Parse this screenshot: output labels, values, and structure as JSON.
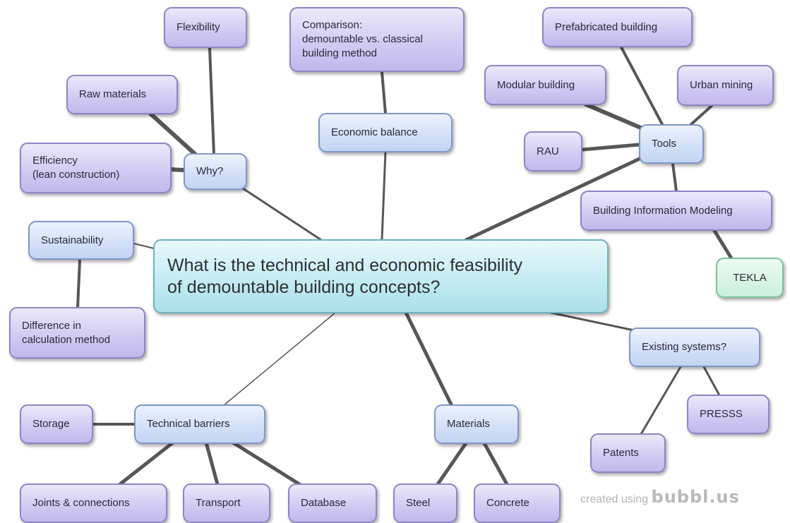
{
  "central": {
    "line1": "What is the technical and economic feasibility",
    "line2": "of demountable building concepts?"
  },
  "nodes": {
    "flexibility": "Flexibility",
    "raw_materials": "Raw materials",
    "efficiency_line1": "Efficiency",
    "efficiency_line2": "(lean construction)",
    "why": "Why?",
    "comparison_line1": "Comparison:",
    "comparison_line2": "demountable vs. classical",
    "comparison_line3": "building method",
    "economic_balance": "Economic balance",
    "prefabricated_building": "Prefabricated building",
    "modular_building": "Modular building",
    "urban_mining": "Urban mining",
    "rau": "RAU",
    "tools": "Tools",
    "bim": "Building Information Modeling",
    "tekla": "TEKLA",
    "sustainability": "Sustainability",
    "difference_line1": "Difference in",
    "difference_line2": "calculation method",
    "existing_systems": "Existing systems?",
    "presss": "PRESSS",
    "patents": "Patents",
    "storage": "Storage",
    "technical_barriers": "Technical barriers",
    "joints": "Joints & connections",
    "transport": "Transport",
    "database": "Database",
    "materials": "Materials",
    "steel": "Steel",
    "concrete": "Concrete"
  },
  "credit": {
    "prefix": "created using",
    "brand": "bubbl.us"
  },
  "colors": {
    "edge": "#575757",
    "leaf_fill": "#d2cbf3",
    "hub_fill": "#d3e0f8",
    "central_fill": "#c4ecf3",
    "tekla_fill": "#c9f0da"
  }
}
